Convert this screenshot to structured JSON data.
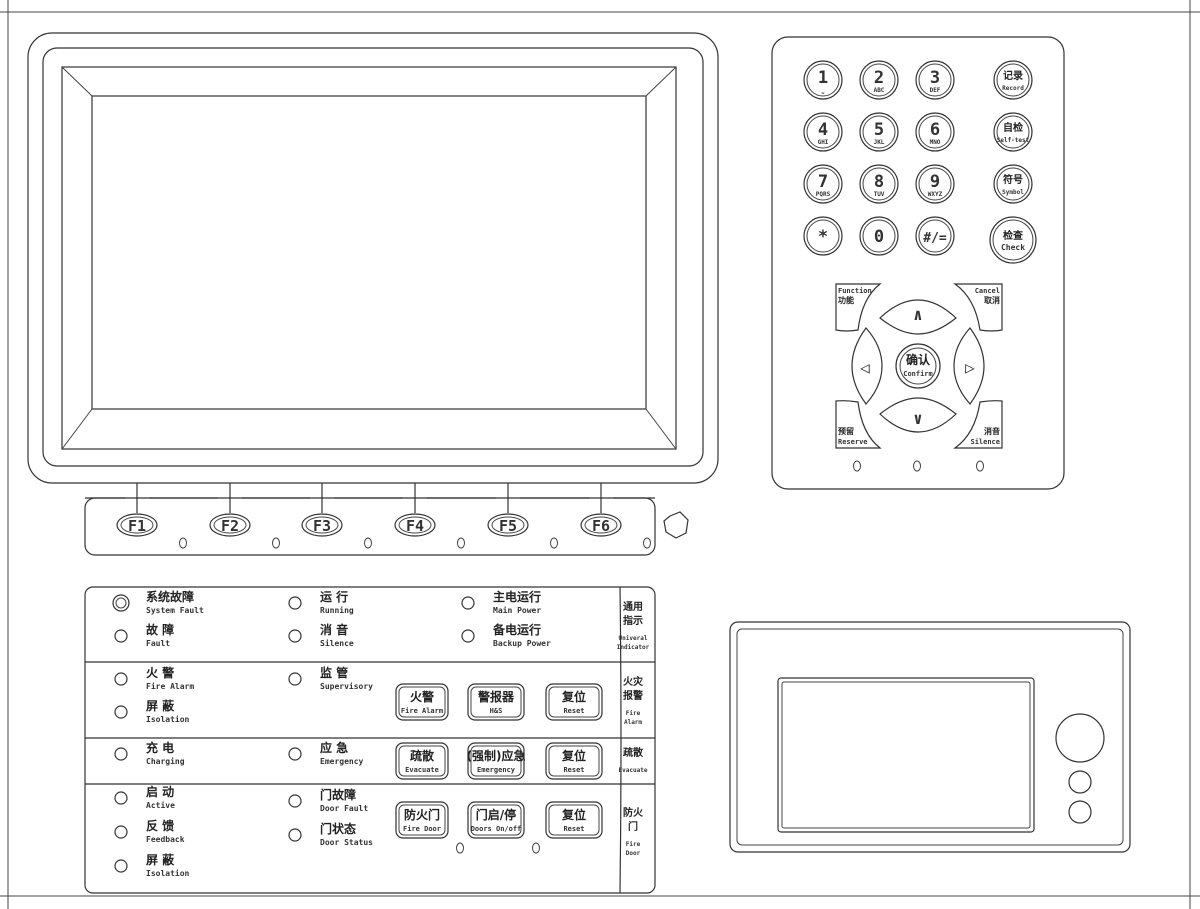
{
  "function_keys": [
    "F1",
    "F2",
    "F3",
    "F4",
    "F5",
    "F6"
  ],
  "keypad": {
    "digits": [
      {
        "num": "1",
        "sub": "⎵"
      },
      {
        "num": "2",
        "sub": "ABC"
      },
      {
        "num": "3",
        "sub": "DEF"
      },
      {
        "num": "4",
        "sub": "GHI"
      },
      {
        "num": "5",
        "sub": "JKL"
      },
      {
        "num": "6",
        "sub": "MNO"
      },
      {
        "num": "7",
        "sub": "PQRS"
      },
      {
        "num": "8",
        "sub": "TUV"
      },
      {
        "num": "9",
        "sub": "WXYZ"
      }
    ],
    "star": "*",
    "zero": "0",
    "hash": "#/=",
    "side_keys": [
      {
        "cn": "记录",
        "en": "Record"
      },
      {
        "cn": "自检",
        "en": "Self-test"
      },
      {
        "cn": "符号",
        "en": "Symbol"
      },
      {
        "cn": "检查",
        "en": "Check"
      }
    ],
    "function": {
      "en": "Function",
      "cn": "功能"
    },
    "cancel": {
      "en": "Cancel",
      "cn": "取消"
    },
    "reserve": {
      "cn": "预留",
      "en": "Reserve"
    },
    "silence": {
      "cn": "消音",
      "en": "Silence"
    },
    "confirm": {
      "cn": "确认",
      "en": "Confirm"
    },
    "arrows": {
      "up": "∧",
      "down": "∨",
      "left": "◁",
      "right": "▷"
    }
  },
  "panel": {
    "general": {
      "side_cn": [
        "通用",
        "指示"
      ],
      "side_en": [
        "Univeral",
        "Indicator"
      ],
      "indicators": [
        {
          "cn": "系统故障",
          "en": "System Fault"
        },
        {
          "cn": "故  障",
          "en": "Fault"
        },
        {
          "cn": "运  行",
          "en": "Running"
        },
        {
          "cn": "消  音",
          "en": "Silence"
        },
        {
          "cn": "主电运行",
          "en": "Main Power"
        },
        {
          "cn": "备电运行",
          "en": "Backup Power"
        }
      ]
    },
    "fire_alarm": {
      "side_cn": [
        "火灾",
        "报警"
      ],
      "side_en": [
        "Fire",
        "Alarm"
      ],
      "indicators": [
        {
          "cn": "火  警",
          "en": "Fire Alarm"
        },
        {
          "cn": "屏  蔽",
          "en": "Isolation"
        },
        {
          "cn": "监  管",
          "en": "Supervisory"
        }
      ],
      "buttons": [
        {
          "cn": "火警",
          "en": "Fire Alarm"
        },
        {
          "cn": "警报器",
          "en": "H&S"
        },
        {
          "cn": "复位",
          "en": "Reset"
        }
      ]
    },
    "evacuate": {
      "side_cn": [
        "疏散"
      ],
      "side_en": [
        "Evacuate"
      ],
      "indicators": [
        {
          "cn": "充  电",
          "en": "Charging"
        },
        {
          "cn": "应  急",
          "en": "Emergency"
        }
      ],
      "buttons": [
        {
          "cn": "疏散",
          "en": "Evacuate"
        },
        {
          "cn": "(强制)应急",
          "en": "Emergency"
        },
        {
          "cn": "复位",
          "en": "Reset"
        }
      ]
    },
    "fire_door": {
      "side_cn": [
        "防火",
        "门"
      ],
      "side_en": [
        "Fire",
        "Door"
      ],
      "indicators": [
        {
          "cn": "启  动",
          "en": "Active"
        },
        {
          "cn": "反  馈",
          "en": "Feedback"
        },
        {
          "cn": "屏  蔽",
          "en": "Isolation"
        },
        {
          "cn": "门故障",
          "en": "Door Fault"
        },
        {
          "cn": "门状态",
          "en": "Door Status"
        }
      ],
      "buttons": [
        {
          "cn": "防火门",
          "en": "Fire Door"
        },
        {
          "cn": "门启/停",
          "en": "Doors On/off"
        },
        {
          "cn": "复位",
          "en": "Reset"
        }
      ]
    }
  },
  "colors": {
    "line": "#333333",
    "background": "#ffffff"
  }
}
